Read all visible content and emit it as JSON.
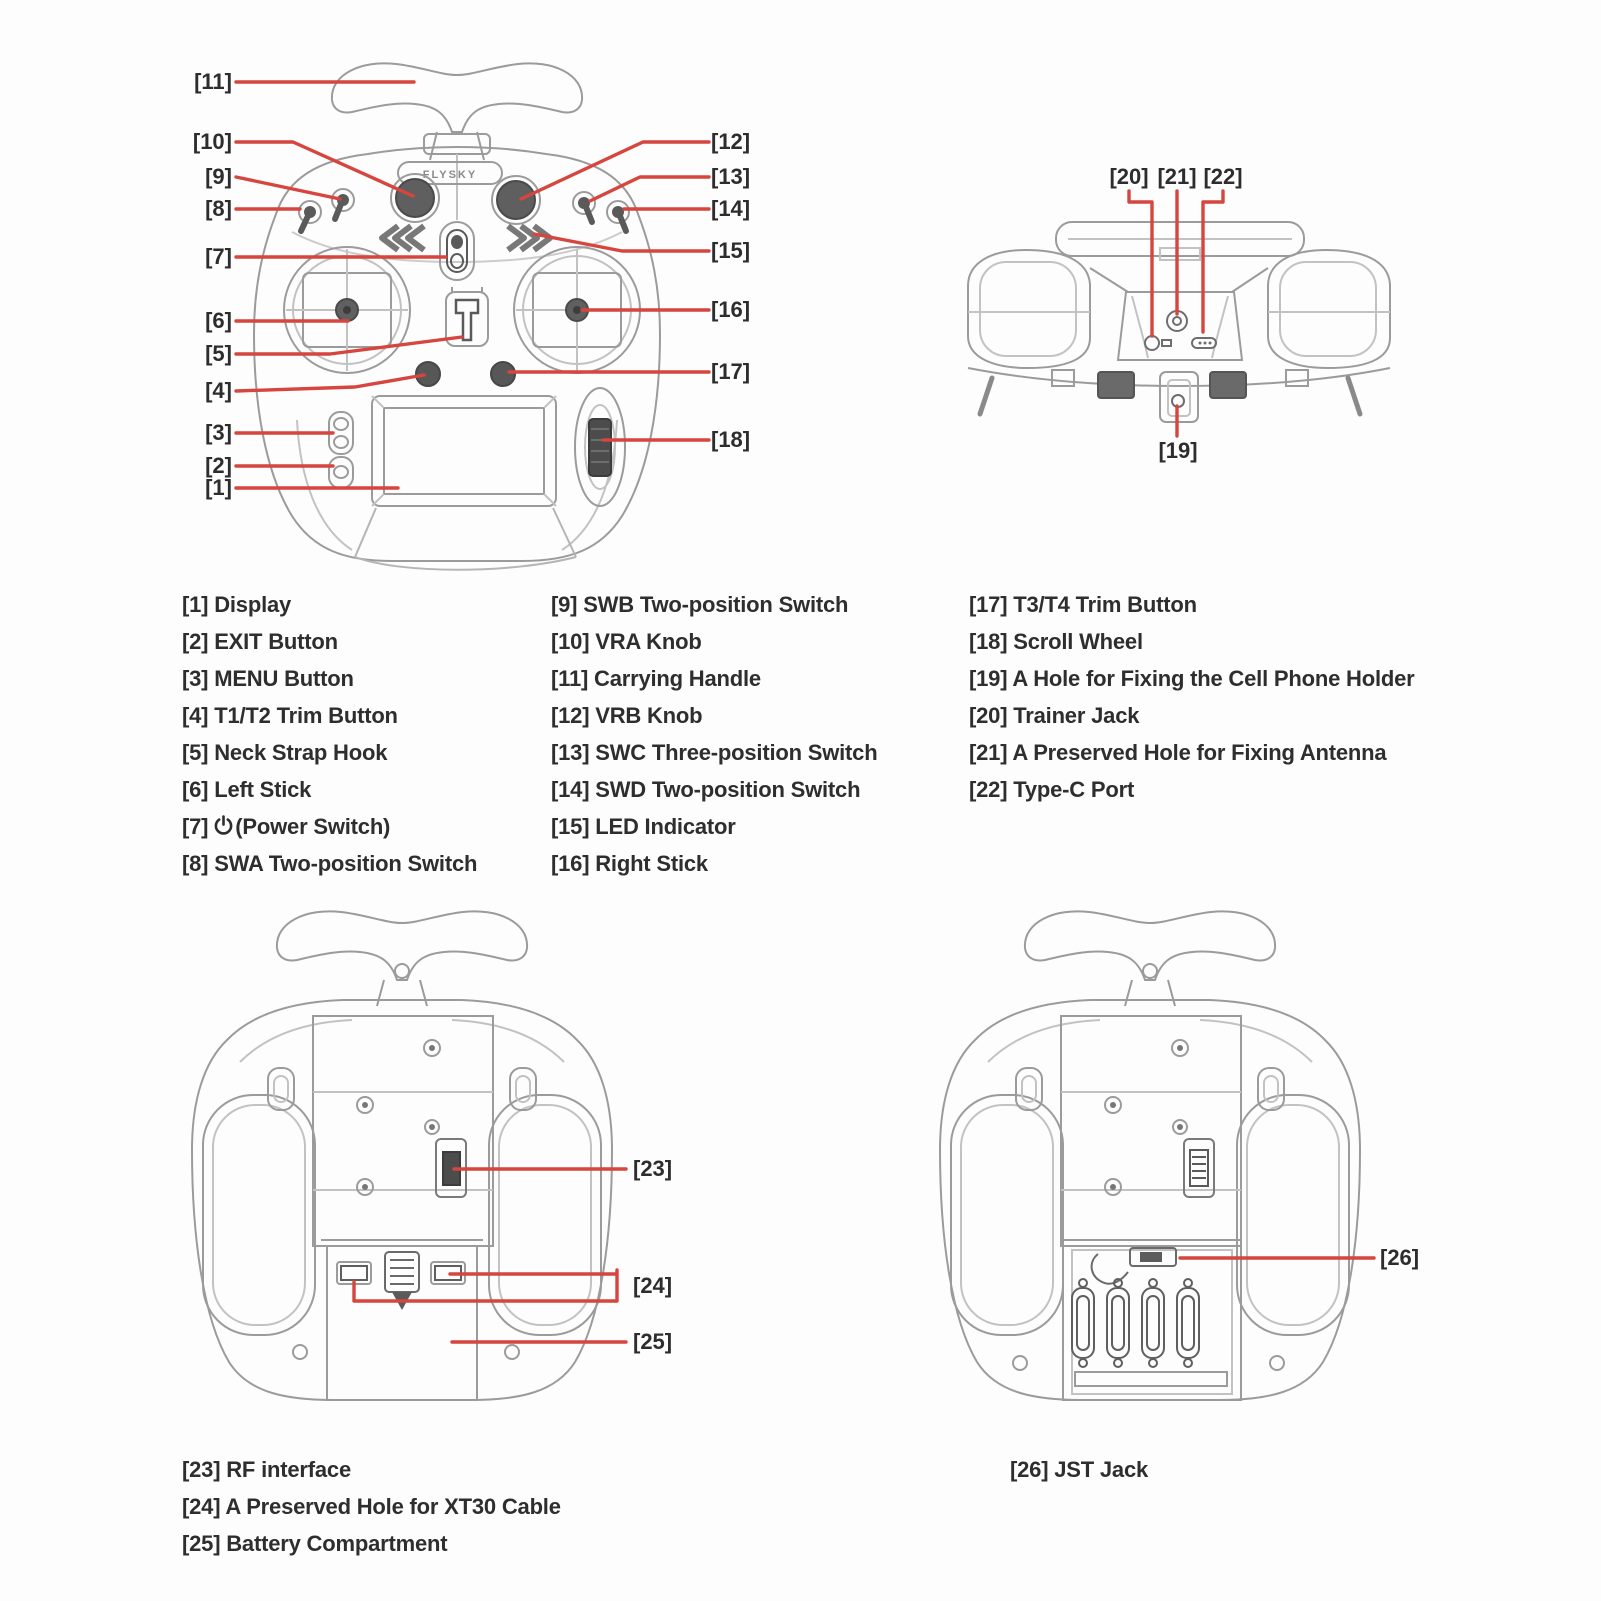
{
  "colors": {
    "leader_red": "#d6453e",
    "line_gray": "#9b9b9b",
    "dark_gray": "#565656",
    "label_text": "#2d2d2d"
  },
  "device_brand": "FLYSKY",
  "callouts": {
    "n1": "[1]",
    "n2": "[2]",
    "n3": "[3]",
    "n4": "[4]",
    "n5": "[5]",
    "n6": "[6]",
    "n7": "[7]",
    "n8": "[8]",
    "n9": "[9]",
    "n10": "[10]",
    "n11": "[11]",
    "n12": "[12]",
    "n13": "[13]",
    "n14": "[14]",
    "n15": "[15]",
    "n16": "[16]",
    "n17": "[17]",
    "n18": "[18]",
    "n19": "[19]",
    "n20": "[20]",
    "n21": "[21]",
    "n22": "[22]",
    "n23": "[23]",
    "n24": "[24]",
    "n25": "[25]",
    "n26": "[26]"
  },
  "legend_front": {
    "col1": [
      {
        "label": "[1] Display"
      },
      {
        "label": "[2] EXIT Button"
      },
      {
        "label": "[3] MENU Button"
      },
      {
        "label": "[4] T1/T2 Trim Button"
      },
      {
        "label": "[5] Neck Strap Hook"
      },
      {
        "label": "[6] Left Stick"
      },
      {
        "prefix": "[7]",
        "icon": "power-symbol",
        "suffix": "(Power Switch)"
      },
      {
        "label": "[8] SWA Two-position Switch"
      }
    ],
    "col2": [
      {
        "label": "[9] SWB Two-position Switch"
      },
      {
        "label": "[10] VRA Knob"
      },
      {
        "label": "[11] Carrying Handle"
      },
      {
        "label": "[12] VRB Knob"
      },
      {
        "label": "[13] SWC Three-position Switch"
      },
      {
        "label": "[14] SWD Two-position Switch"
      },
      {
        "label": "[15] LED Indicator"
      },
      {
        "label": "[16] Right Stick"
      }
    ],
    "col3": [
      {
        "label": "[17] T3/T4 Trim Button"
      },
      {
        "label": "[18] Scroll Wheel"
      },
      {
        "label": "[19] A Hole for Fixing the Cell Phone Holder"
      },
      {
        "label": "[20] Trainer Jack"
      },
      {
        "label": "[21] A Preserved Hole for Fixing Antenna"
      },
      {
        "label": "[22] Type-C Port"
      }
    ]
  },
  "legend_back_left": [
    {
      "label": "[23] RF interface"
    },
    {
      "label": "[24] A Preserved Hole for XT30 Cable"
    },
    {
      "label": "[25] Battery Compartment"
    }
  ],
  "legend_back_right": [
    {
      "label": "[26] JST Jack"
    }
  ]
}
